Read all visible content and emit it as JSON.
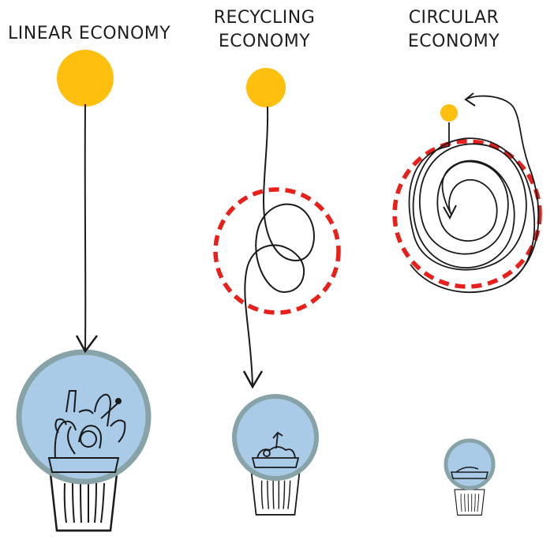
{
  "columns": [
    {
      "title_lines": [
        "LINEAR ECONOMY"
      ]
    },
    {
      "title_lines": [
        "RECYCLING",
        "ECONOMY"
      ]
    },
    {
      "title_lines": [
        "CIRCULAR",
        "ECONOMY"
      ]
    }
  ],
  "colors": {
    "resource": "#ffbf0f",
    "loop_circle": "#e8201c",
    "waste_circle_fill": "#a9cbe8",
    "waste_circle_ring": "#87a3a8",
    "line": "#1a1a1a"
  },
  "icons": [
    "resource-dot",
    "flow-arrow",
    "loop-circle",
    "trash-bin-icon",
    "waste-bubble"
  ]
}
